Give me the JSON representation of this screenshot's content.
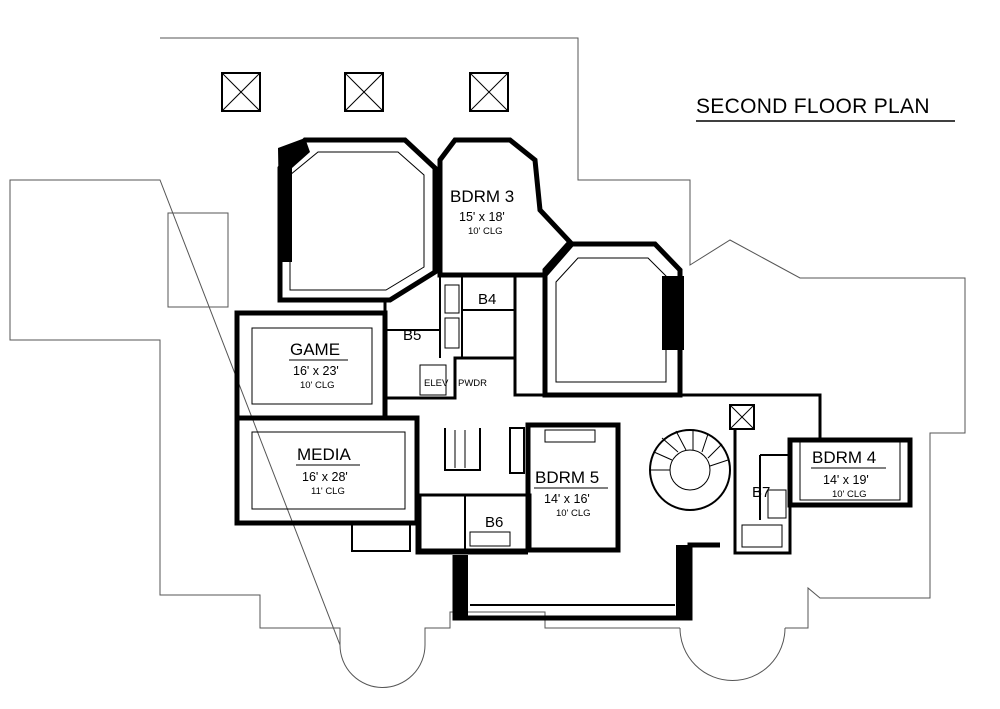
{
  "title": "SECOND FLOOR PLAN",
  "rooms": {
    "bdrm3": {
      "name": "BDRM 3",
      "size": "15' x 18'",
      "clg": "10' CLG"
    },
    "game": {
      "name": "GAME",
      "size": "16' x 23'",
      "clg": "10' CLG"
    },
    "media": {
      "name": "MEDIA",
      "size": "16' x 28'",
      "clg": "11' CLG"
    },
    "bdrm5": {
      "name": "BDRM 5",
      "size": "14' x 16'",
      "clg": "10' CLG"
    },
    "bdrm4": {
      "name": "BDRM 4",
      "size": "14' x 19'",
      "clg": "10' CLG"
    }
  },
  "labels": {
    "b4": "B4",
    "b5": "B5",
    "b6": "B6",
    "b7": "B7",
    "elev": "ELEV",
    "pwdr": "PWDR"
  }
}
